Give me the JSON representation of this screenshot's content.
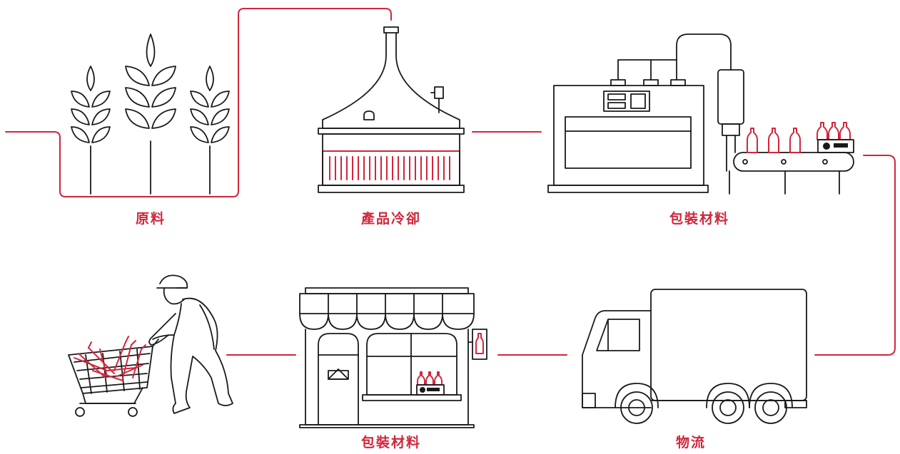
{
  "accent_color": "#d1263b",
  "line_color": "#1a1a1a",
  "stages": [
    {
      "label": "原料",
      "icon": "wheat-icon"
    },
    {
      "label": "產品冷卻",
      "icon": "brew-kettle-icon"
    },
    {
      "label": "包裝材料",
      "icon": "bottling-machine-icon"
    },
    {
      "label": "物流",
      "icon": "delivery-truck-icon"
    },
    {
      "label": "包裝材料",
      "icon": "storefront-icon"
    },
    {
      "label": "",
      "icon": "shopper-cart-icon"
    }
  ]
}
